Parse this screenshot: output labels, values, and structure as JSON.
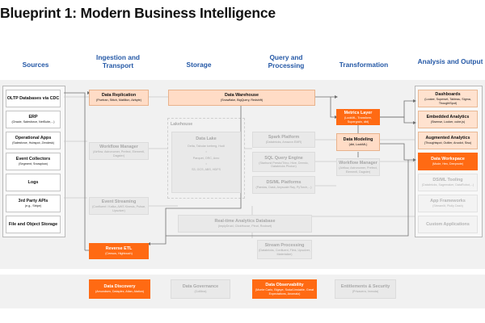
{
  "title": "Blueprint 1: Modern Business Intelligence",
  "columns": {
    "sources": "Sources",
    "ingestion": "Ingestion and Transport",
    "storage": "Storage",
    "query": "Query and Processing",
    "transformation": "Transformation",
    "analysis": "Analysis and Output"
  },
  "sources": [
    {
      "title": "OLTP Databases via CDC",
      "sub": ""
    },
    {
      "title": "ERP",
      "sub": "(Oracle, Salesforce, NetSuite,...)"
    },
    {
      "title": "Operational Apps",
      "sub": "(Salesforce, Hubspot, Zendesk)"
    },
    {
      "title": "Event Collectors",
      "sub": "(Segment, Snowplow)"
    },
    {
      "title": "Logs",
      "sub": ""
    },
    {
      "title": "3rd Party APIs",
      "sub": "(e.g., Stripe)"
    },
    {
      "title": "File and Object Storage",
      "sub": ""
    }
  ],
  "ingestion": {
    "data_replication": {
      "title": "Data Replication",
      "sub": "(Fivetran, Stitch, Matillion, Airbyte)"
    },
    "workflow_manager": {
      "title": "Workflow Manager",
      "sub": "(Airflow, Astronomer, Prefect, Elementl, Dagster)"
    },
    "event_streaming": {
      "title": "Event Streaming",
      "sub": "(Confluent / Kafka, AWS Kinesis, Pulsar, Upsolver)"
    },
    "reverse_etl": {
      "title": "Reverse ETL",
      "sub": "(Census, Hightouch)"
    }
  },
  "storage": {
    "data_warehouse": {
      "title": "Data Warehouse",
      "sub": "(Snowflake, BigQuery, Redshift)"
    },
    "lakehouse_label": "Lakehouse",
    "data_lake": {
      "title": "Data Lake",
      "sub": ""
    },
    "lake_items": [
      "Delta, Tabular Iceberg, Hudi",
      "Parquet, ORC, Avro",
      "S3, GCS, ABS, HDFS"
    ],
    "lake_sep": "↕"
  },
  "query": {
    "spark": {
      "title": "Spark Platform",
      "sub": "(Databricks, Amazon EMR)"
    },
    "sql_engine": {
      "title": "SQL Query Engine",
      "sub": "(Starburst Presto/Trino, Hive, Dremio, Databricks Photon)"
    },
    "dsml": {
      "title": "DS/ML Platforms",
      "sub": "(Pandas, Dask, Anyscale Ray, PyTorch,...)"
    },
    "realtime": {
      "title": "Real-time Analytics Database",
      "sub": "(ImplyDruid, ClickHouse, Pinot, Rockset)"
    },
    "stream": {
      "title": "Stream Processing",
      "sub": "(Databricks, Confluent, Flink, Upsolver, Materialize)"
    }
  },
  "transformation": {
    "metrics": {
      "title": "Metrics Layer",
      "sub": "(LookML, Transform, Supergrain, dbt)"
    },
    "modeling": {
      "title": "Data Modeling",
      "sub": "(dbt, LookML)"
    },
    "workflow": {
      "title": "Workflow Manager",
      "sub": "(Airflow, Astronomer, Prefect, Elementl, Dagster)"
    }
  },
  "analysis": [
    {
      "title": "Dashboards",
      "sub": "(Looker, Superset, Tableau, Sigma, ThoughtSpot)",
      "style": "out"
    },
    {
      "title": "Embedded Analytics",
      "sub": "(Sisense, Looker, cube.js)",
      "style": "out"
    },
    {
      "title": "Augmented Analytics",
      "sub": "(Thoughtspot, Outlier, Anodot, Sisu)",
      "style": "out"
    },
    {
      "title": "Data Workspace",
      "sub": "(Mode, Hex, Deepnote)",
      "style": "orange"
    },
    {
      "title": "DS/ML Tooling",
      "sub": "(Databricks, Sagemaker, DataRobot,...)",
      "style": "faded"
    },
    {
      "title": "App Frameworks",
      "sub": "(Streamlit, Plotly Dash)",
      "style": "faded"
    },
    {
      "title": "Custom Applications",
      "sub": "",
      "style": "faded"
    }
  ],
  "bottom": [
    {
      "title": "Data Discovery",
      "sub": "(Amundsen, Dataplex, Atlan, Alation)",
      "style": "orange"
    },
    {
      "title": "Data Governance",
      "sub": "(Collibra)",
      "style": "grey"
    },
    {
      "title": "Data Observability",
      "sub": "(Monte Carlo, Bigeye, Soda/Unstable, Great Expectations, Anomalo)",
      "style": "orange"
    },
    {
      "title": "Entitlements & Security",
      "sub": "(Privacera, Immuta)",
      "style": "grey"
    }
  ],
  "colors": {
    "orange": "#ff6a13",
    "peach": "#ffdcc6",
    "header_blue": "#2458a6",
    "grey": "#e9e9e9"
  }
}
